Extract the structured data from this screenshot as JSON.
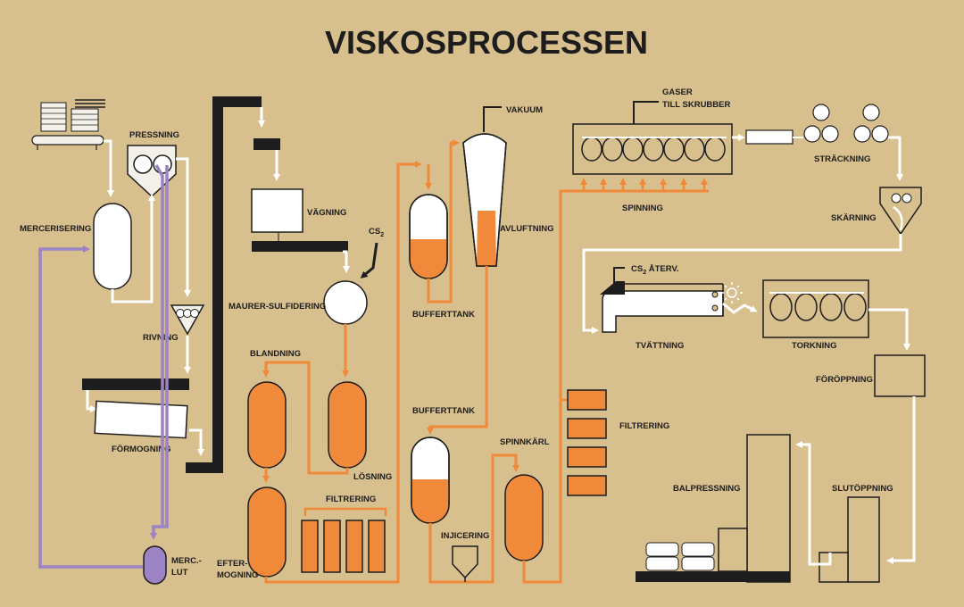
{
  "title": "VISKOSPROCESSEN",
  "colors": {
    "background": "#d8bf8e",
    "flow_white": "#ffffff",
    "viscose_orange": "#f08a3a",
    "lye_purple": "#9b83c4",
    "frame_black": "#1d1d1d"
  },
  "labels": {
    "pressning": "PRESSNING",
    "mercerisering": "MERCERISERING",
    "rivning": "RIVNING",
    "formogning": "FÖRMOGNING",
    "merc_lut_1": "MERC.-",
    "merc_lut_2": "LUT",
    "vagning": "VÄGNING",
    "cs2": "CS",
    "cs2_sub": "2",
    "maurer_sulfidering": "MAURER-SULFIDERING",
    "blandning": "BLANDNING",
    "losning": "LÖSNING",
    "filtrering_1": "FILTRERING",
    "eftermogning_1": "EFTER-",
    "eftermogning_2": "MOGNING",
    "vakuum": "VAKUUM",
    "avluftning": "AVLUFTNING",
    "buffertank_1": "BUFFERTTANK",
    "buffertank_2": "BUFFERTTANK",
    "injicering": "INJICERING",
    "spinnkarl": "SPINNKÄRL",
    "gaser_1": "GASER",
    "gaser_2": "TILL SKRUBBER",
    "spinning": "SPINNING",
    "filtrering_2": "FILTRERING",
    "strackning": "STRÄCKNING",
    "skarning": "SKÄRNING",
    "cs2_aterv": "CS",
    "cs2_aterv_sub": "2",
    "cs2_aterv_suffix": " ÅTERV.",
    "tvattning": "TVÄTTNING",
    "torkning": "TORKNING",
    "foroppning": "FÖRÖPPNING",
    "slutoppning": "SLUTÖPPNING",
    "balpressning": "BALPRESSNING"
  }
}
